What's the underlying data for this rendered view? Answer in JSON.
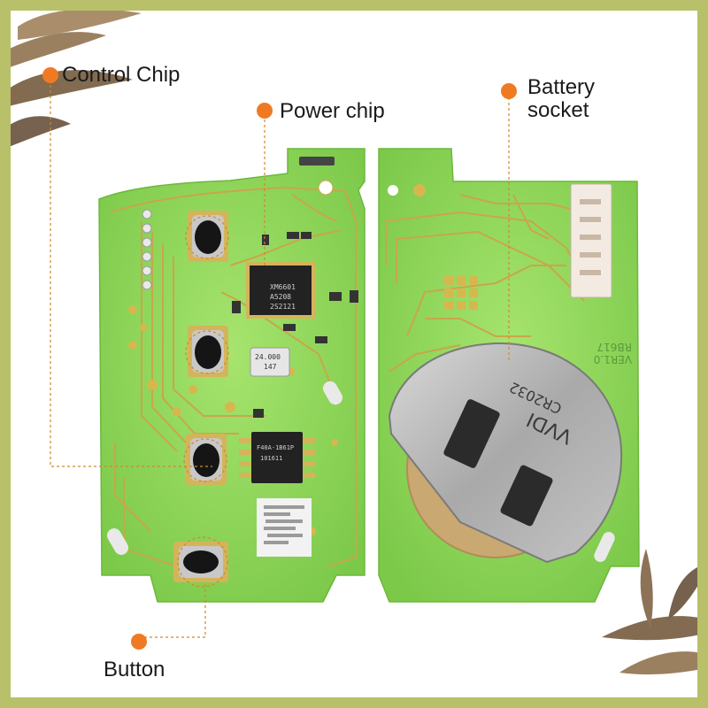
{
  "callouts": {
    "control_chip": "Control Chip",
    "power_chip": "Power chip",
    "battery_socket": "Battery socket",
    "button": "Button"
  },
  "board_text": {
    "power_chip_marking": [
      "XM6601",
      "A5208",
      "2S2121"
    ],
    "crystal_marking": [
      "24.000",
      "147"
    ],
    "control_chip_marking": [
      "F40A-1B61P",
      "101611"
    ],
    "battery_marking": [
      "CR2032",
      "VVDI"
    ],
    "revision_marking": [
      "RB617",
      "VER1.0"
    ]
  },
  "colors": {
    "pcb_green": "#8ed75a",
    "callout_dot": "#f07a22",
    "frame": "#b8c06a",
    "trace": "#c9a64a"
  }
}
